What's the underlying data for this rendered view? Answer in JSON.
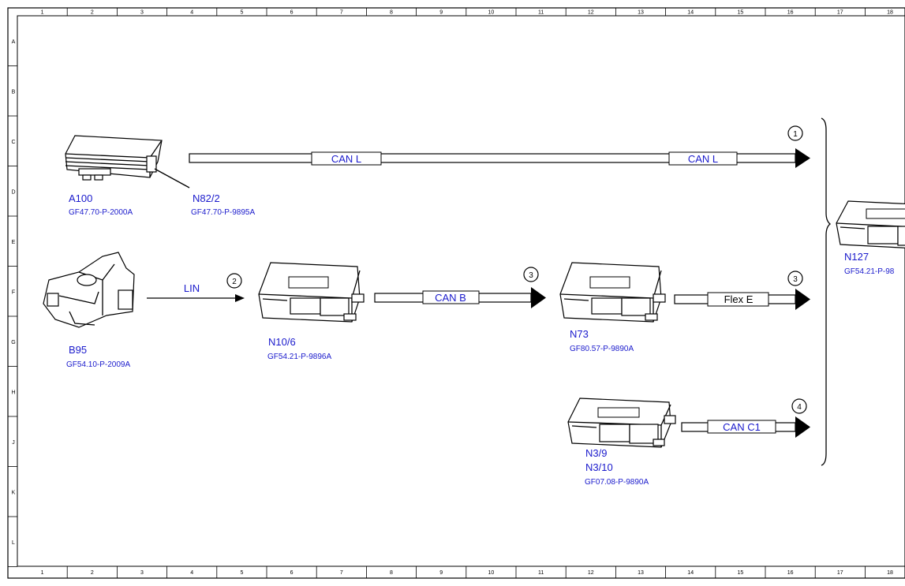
{
  "grid": {
    "columns": [
      "1",
      "2",
      "3",
      "4",
      "5",
      "6",
      "7",
      "8",
      "9",
      "10",
      "11",
      "12",
      "13",
      "14",
      "15",
      "16",
      "17",
      "18"
    ],
    "rows": [
      "A",
      "B",
      "C",
      "D",
      "E",
      "F",
      "G",
      "H",
      "J",
      "K",
      "L"
    ]
  },
  "components": {
    "a100": {
      "name": "A100",
      "doc": "GF47.70-P-2000A"
    },
    "n82_2": {
      "name": "N82/2",
      "doc": "GF47.70-P-9895A"
    },
    "b95": {
      "name": "B95",
      "doc": "GF54.10-P-2009A"
    },
    "n10_6": {
      "name": "N10/6",
      "doc": "GF54.21-P-9896A"
    },
    "n73": {
      "name": "N73",
      "doc": "GF80.57-P-9890A"
    },
    "n3_9": {
      "name": "N3/9",
      "name2": "N3/10",
      "doc": "GF07.08-P-9890A"
    },
    "n127": {
      "name": "N127",
      "doc": "GF54.21-P-98"
    }
  },
  "buses": {
    "can_l_1": "CAN L",
    "can_l_2": "CAN L",
    "lin": "LIN",
    "can_b": "CAN B",
    "flex_e": "Flex E",
    "can_c1": "CAN C1"
  },
  "markers": {
    "m1": "1",
    "m2": "2",
    "m3a": "3",
    "m3b": "3",
    "m4": "4"
  },
  "colors": {
    "label_blue": "#1a1acc",
    "line": "#000000"
  }
}
